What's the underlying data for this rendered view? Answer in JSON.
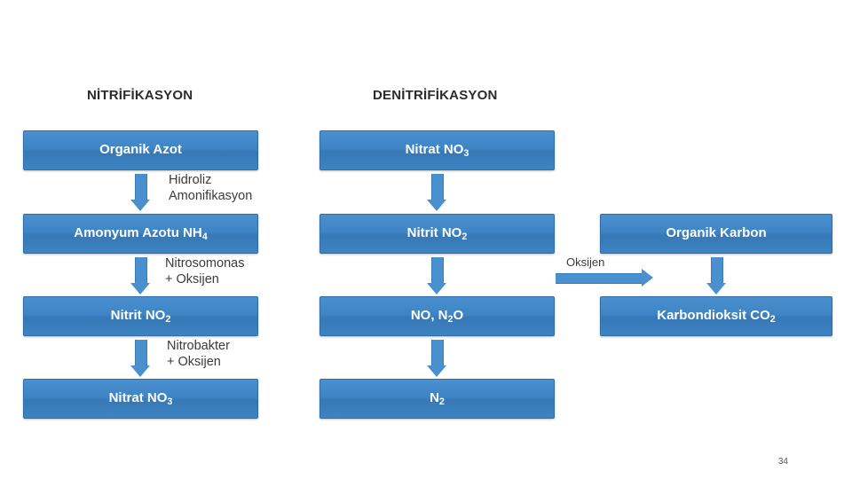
{
  "slide": {
    "page_number": "34",
    "columns": [
      {
        "title": "NİTRİFİKASYON"
      },
      {
        "title": "DENİTRİFİKASYON"
      }
    ],
    "nitrification": {
      "boxes": [
        {
          "label": "Organik Azot"
        },
        {
          "label": "Amonyum Azotu NH",
          "sub": "4"
        },
        {
          "label": "Nitrit NO",
          "sub": "2"
        },
        {
          "label": "Nitrat NO",
          "sub": "3"
        }
      ],
      "annotations": [
        {
          "line1": "Hidroliz",
          "line2": "Amonifikasyon"
        },
        {
          "line1": "Nitrosomonas",
          "line2": "+ Oksijen"
        },
        {
          "line1": "Nitrobakter",
          "line2": "+ Oksijen"
        }
      ]
    },
    "denitrification": {
      "boxes": [
        {
          "label": "Nitrat NO",
          "sub": "3"
        },
        {
          "label": "Nitrit NO",
          "sub": "2"
        },
        {
          "label": "NO, N",
          "sub": "2",
          "label2": "O"
        },
        {
          "label": "N",
          "sub": "2"
        }
      ]
    },
    "carbon": {
      "arrow_label": "Oksijen",
      "boxes": [
        {
          "label": "Organik Karbon"
        },
        {
          "label": "Karbondioksit CO",
          "sub": "2"
        }
      ]
    }
  }
}
